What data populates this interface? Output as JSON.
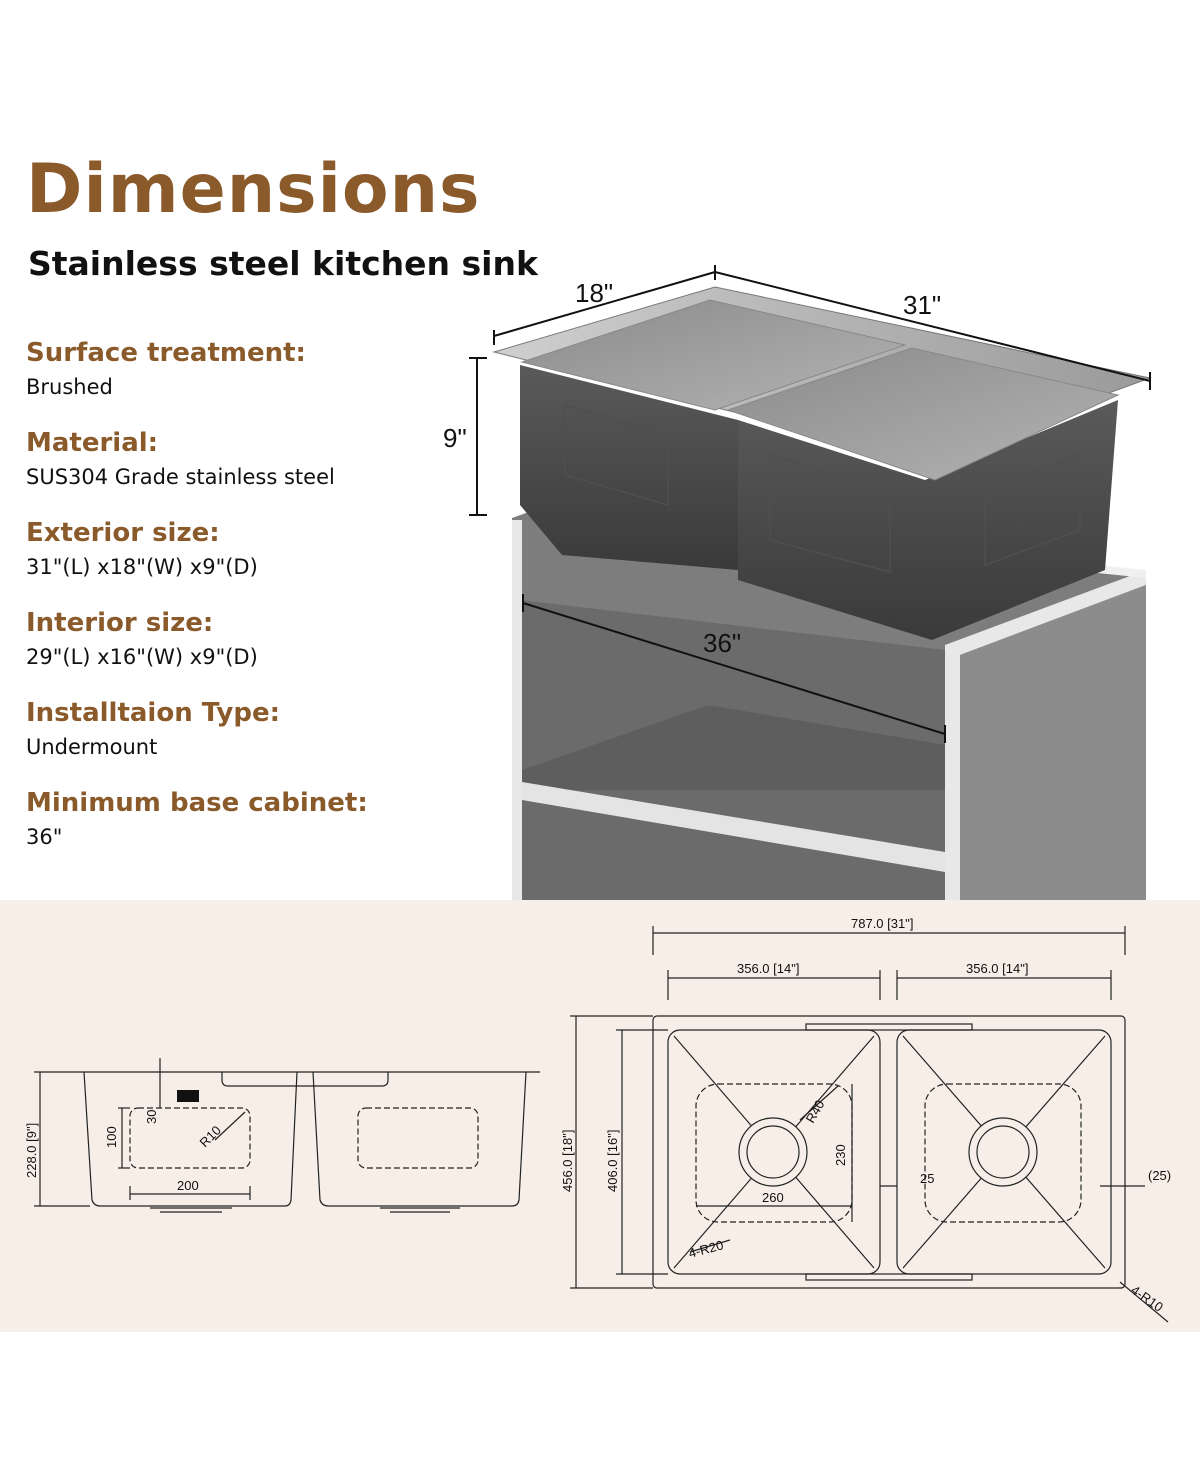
{
  "header": {
    "title": "Dimensions",
    "subtitle": "Stainless steel kitchen sink"
  },
  "specs": [
    {
      "label": "Surface treatment:",
      "value": "Brushed"
    },
    {
      "label": "Material:",
      "value": "SUS304 Grade stainless steel"
    },
    {
      "label": "Exterior size:",
      "value": "31\"(L) x18\"(W) x9\"(D)"
    },
    {
      "label": "Interior size:",
      "value": "29\"(L) x16\"(W) x9\"(D)"
    },
    {
      "label": "Installtaion Type:",
      "value": "Undermount"
    },
    {
      "label": "Minimum base cabinet:",
      "value": "36\""
    }
  ],
  "render_dims": {
    "width": "18\"",
    "length": "31\"",
    "depth": "9\"",
    "cabinet": "36\""
  },
  "drawing": {
    "side": {
      "height": "228.0 [9\"]",
      "h100": "100",
      "h30": "30",
      "w200": "200",
      "r10": "R10"
    },
    "top": {
      "overall": "787.0 [31\"]",
      "bowl_left": "356.0 [14\"]",
      "bowl_right": "356.0 [14\"]",
      "outer_h": "456.0 [18\"]",
      "inner_h": "406.0 [16\"]",
      "r40": "R40",
      "w260": "260",
      "h230": "230",
      "gap25": "25",
      "edge25": "(25)",
      "r20": "4-R20",
      "r10": "4-R10"
    }
  },
  "colors": {
    "accent": "#8b5a2b",
    "band": "#f7efe7"
  }
}
